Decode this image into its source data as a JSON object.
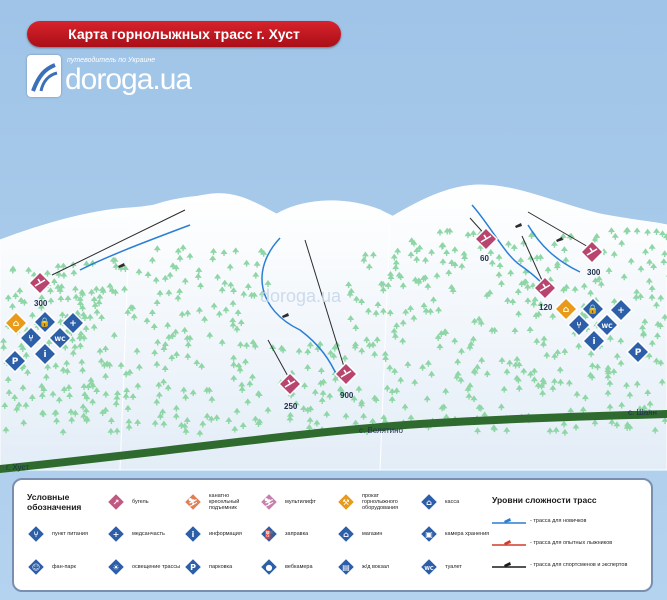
{
  "title": "Карта горнолыжных трасс г. Хуст",
  "logo": {
    "tagline": "путеводитель по Украине",
    "name": "doroga.ua"
  },
  "watermark": "doroga.ua",
  "map_labels": {
    "velyatino": "с. Велятино",
    "shayan": "с. Шаян",
    "khust": "г. Хуст"
  },
  "lift_capacities": {
    "lift_left": "300",
    "lift_center_left": "250",
    "lift_center_right": "900",
    "lift_right_top": "60",
    "lift_right_mid": "120",
    "lift_right_far": "300"
  },
  "legend": {
    "title": "Условные обозначения",
    "items": [
      {
        "icon": "t-bar-lift-icon",
        "label": "бугель"
      },
      {
        "icon": "chairlift-icon",
        "label": "канатно кресельный подъемник"
      },
      {
        "icon": "multilift-icon",
        "label": "мультилифт"
      },
      {
        "icon": "equipment-rental-icon",
        "label": "прокат горнолыжного оборудования"
      },
      {
        "icon": "ticket-office-icon",
        "label": "касса"
      },
      {
        "icon": "food-icon",
        "label": "пункт питания"
      },
      {
        "icon": "first-aid-icon",
        "label": "медсанчасть"
      },
      {
        "icon": "info-icon",
        "label": "информация"
      },
      {
        "icon": "gas-station-icon",
        "label": "заправка"
      },
      {
        "icon": "shop-icon",
        "label": "магазин"
      },
      {
        "icon": "luggage-storage-icon",
        "label": "камера хранения"
      },
      {
        "icon": "fun-park-icon",
        "label": "фан-парк"
      },
      {
        "icon": "slope-lighting-icon",
        "label": "освещение трассы"
      },
      {
        "icon": "parking-icon",
        "label": "парковка"
      },
      {
        "icon": "webcam-icon",
        "label": "вебкамера"
      },
      {
        "icon": "railway-station-icon",
        "label": "ж/д вокзал"
      },
      {
        "icon": "toilet-icon",
        "label": "туалет"
      }
    ],
    "levels_title": "Уровни сложности трасс",
    "levels": [
      {
        "label": "- трасса для новичков",
        "color": "#2a7fd4"
      },
      {
        "label": "- трасса для опытных лыжников",
        "color": "#d23a2a"
      },
      {
        "label": "- трасса для спортсменов и экспертов",
        "color": "#1a1a1a"
      }
    ]
  },
  "colors": {
    "sky": "#a9cbea",
    "snow": "#f4f8fc",
    "trees": "#8fd6a6",
    "road": "#2f6b2f",
    "title_bar": "#c4161f",
    "lift_sign": "#b8456e",
    "multilift_sign": "#c77fae",
    "rental_sign": "#e89a1a",
    "service_sign": "#2d5ea8"
  }
}
